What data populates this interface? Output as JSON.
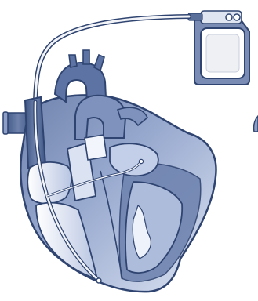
{
  "illustration": {
    "subject": "heart-with-implanted-device",
    "colors": {
      "outline": "#2f4470",
      "dark_fill": "#5a6f9a",
      "mid_fill": "#8d9fc4",
      "light_fill": "#c9d3ea",
      "highlight": "#eef2fa",
      "lead": "#f2f4f8",
      "background": "#ffffff"
    },
    "components": [
      "device",
      "lead-wire",
      "heart",
      "vessels",
      "inner-chambers"
    ]
  }
}
